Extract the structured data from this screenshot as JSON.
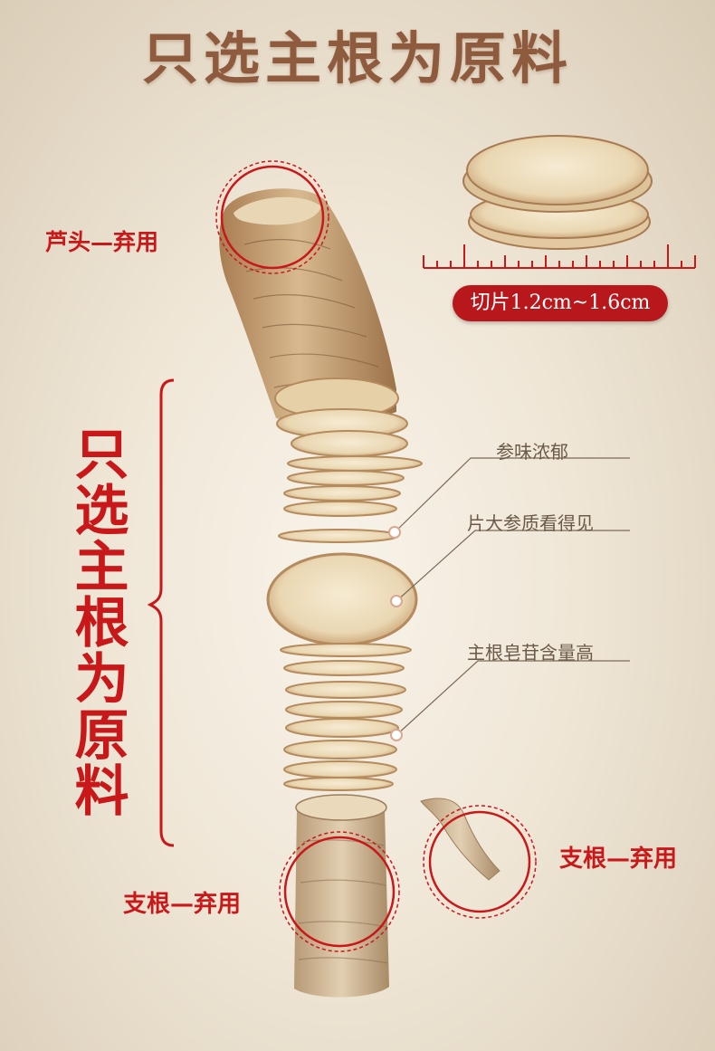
{
  "title": "只选主根为原料",
  "vertical_title": "只选主根为原料",
  "labels": {
    "top_discard": "芦头—弃用",
    "bottom_left_discard": "支根—弃用",
    "right_discard": "支根—弃用"
  },
  "slice_size": "切片1.2cm~1.6cm",
  "callouts": [
    "参味浓郁",
    "片大参质看得见",
    "主根皂苷含量高"
  ],
  "colors": {
    "accent_red": "#c8181a",
    "title_brown": "#8f5b3e",
    "root_tan": "#c9a57c",
    "slice_cream": "#f1e4c9"
  }
}
